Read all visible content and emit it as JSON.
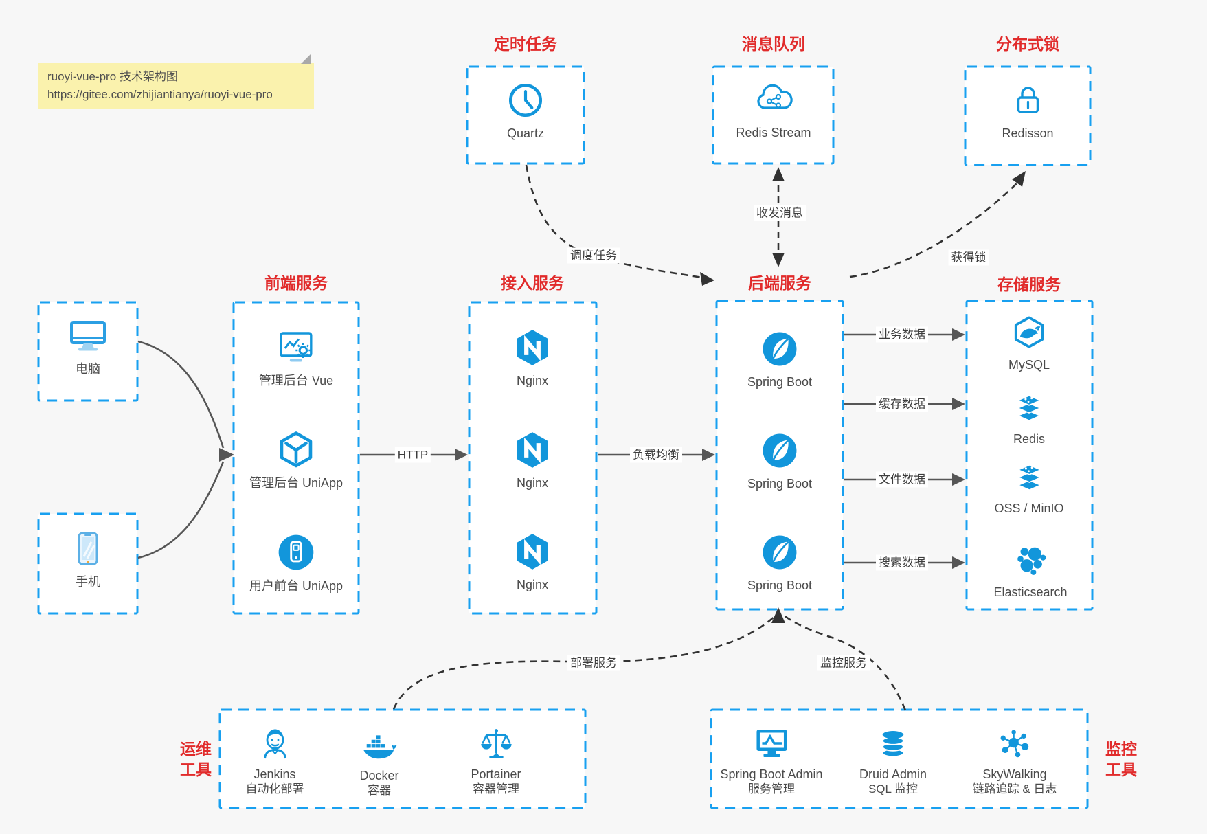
{
  "colors": {
    "background": "#f7f7f7",
    "box_border_blue": "#18a0f0",
    "icon_blue": "#1296db",
    "title_red": "#e12b2b",
    "solid_arrow_gray": "#565656",
    "dashed_arrow_dark": "#323232",
    "note_yellow": "#faf2ad"
  },
  "note": {
    "line1": "ruoyi-vue-pro 技术架构图",
    "line2": "https://gitee.com/zhijiantianya/ruoyi-vue-pro"
  },
  "clients": [
    {
      "label": "电脑",
      "icon": "desktop-icon"
    },
    {
      "label": "手机",
      "icon": "phone-icon"
    }
  ],
  "groups": {
    "scheduler": {
      "title": "定时任务",
      "node": {
        "label": "Quartz",
        "icon": "clock-icon"
      }
    },
    "mq": {
      "title": "消息队列",
      "node": {
        "label": "Redis Stream",
        "icon": "cloud-share-icon"
      }
    },
    "lock": {
      "title": "分布式锁",
      "node": {
        "label": "Redisson",
        "icon": "padlock-icon"
      }
    },
    "frontend": {
      "title": "前端服务",
      "items": [
        {
          "label": "管理后台 Vue",
          "icon": "admin-vue-icon"
        },
        {
          "label": "管理后台 UniApp",
          "icon": "uniapp-cube-icon"
        },
        {
          "label": "用户前台 UniApp",
          "icon": "user-uniapp-icon"
        }
      ]
    },
    "gateway": {
      "title": "接入服务",
      "items": [
        {
          "label": "Nginx",
          "icon": "nginx-icon"
        },
        {
          "label": "Nginx",
          "icon": "nginx-icon"
        },
        {
          "label": "Nginx",
          "icon": "nginx-icon"
        }
      ]
    },
    "backend": {
      "title": "后端服务",
      "items": [
        {
          "label": "Spring Boot",
          "icon": "springboot-icon"
        },
        {
          "label": "Spring Boot",
          "icon": "springboot-icon"
        },
        {
          "label": "Spring Boot",
          "icon": "springboot-icon"
        }
      ]
    },
    "storage": {
      "title": "存储服务",
      "items": [
        {
          "label": "MySQL",
          "icon": "mysql-icon"
        },
        {
          "label": "Redis",
          "icon": "redis-stack-icon"
        },
        {
          "label": "OSS / MinIO",
          "icon": "oss-stack-icon"
        },
        {
          "label": "Elasticsearch",
          "icon": "elasticsearch-icon"
        }
      ]
    },
    "ops": {
      "title_line1": "运维",
      "title_line2": "工具",
      "items": [
        {
          "label": "Jenkins",
          "sub": "自动化部署",
          "icon": "jenkins-icon"
        },
        {
          "label": "Docker",
          "sub": "容器",
          "icon": "docker-icon"
        },
        {
          "label": "Portainer",
          "sub": "容器管理",
          "icon": "portainer-icon"
        }
      ]
    },
    "monitoring": {
      "title_line1": "监控",
      "title_line2": "工具",
      "items": [
        {
          "label": "Spring Boot Admin",
          "sub": "服务管理",
          "icon": "monitor-chart-icon"
        },
        {
          "label": "Druid Admin",
          "sub": "SQL 监控",
          "icon": "database-icon"
        },
        {
          "label": "SkyWalking",
          "sub": "链路追踪 & 日志",
          "icon": "node-graph-icon"
        }
      ]
    }
  },
  "edges": {
    "http": "HTTP",
    "load_balance": "负载均衡",
    "schedule": "调度任务",
    "message": "收发消息",
    "acquire_lock": "获得锁",
    "business_data": "业务数据",
    "cache_data": "缓存数据",
    "file_data": "文件数据",
    "search_data": "搜索数据",
    "deploy": "部署服务",
    "monitor": "监控服务"
  }
}
